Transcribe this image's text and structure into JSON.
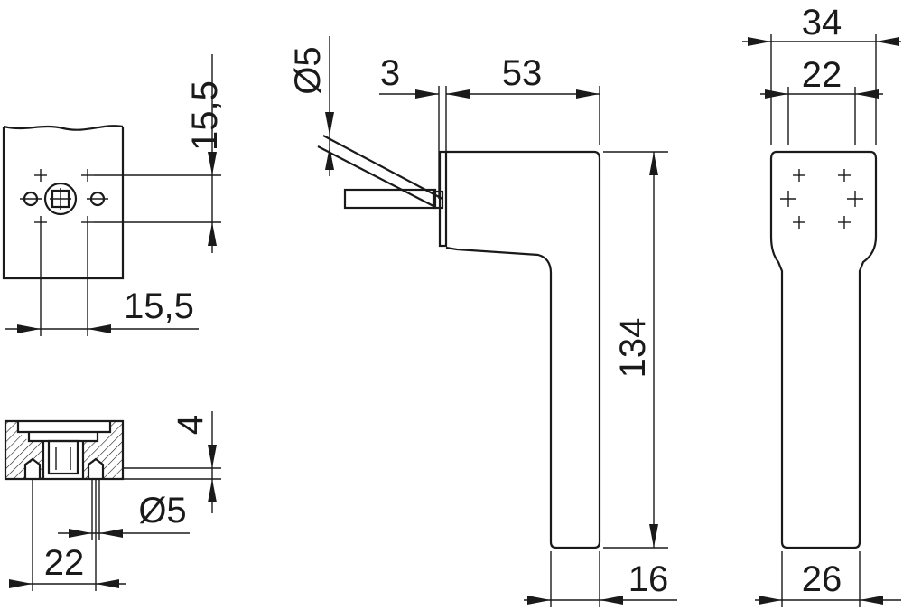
{
  "dimensions": {
    "plate_hole_vertical": "15,5",
    "plate_hole_horizontal": "15,5",
    "section_depth": "4",
    "section_hole_diameter": "Ø5",
    "section_width": "22",
    "side_pin_diameter": "Ø5",
    "side_offset": "3",
    "side_projection": "53",
    "side_height": "134",
    "side_lever_width": "16",
    "front_rose_width": "34",
    "front_hole_spacing": "22",
    "front_lever_width": "26"
  }
}
